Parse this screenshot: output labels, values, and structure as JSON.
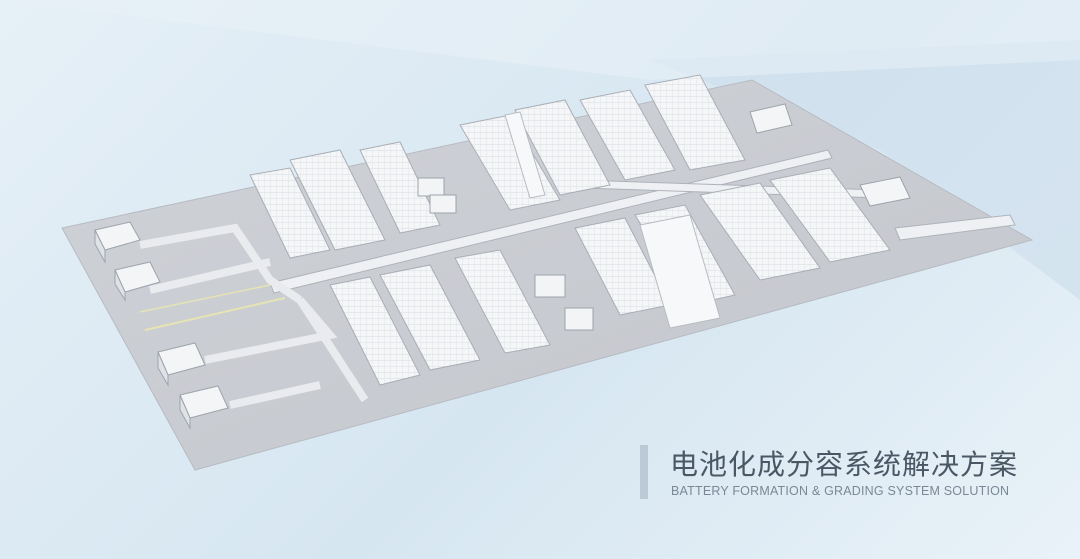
{
  "banner": {
    "title_cn": "电池化成分容系统解决方案",
    "title_en": "BATTERY FORMATION & GRADING SYSTEM SOLUTION"
  },
  "colors": {
    "background": "#dfebf4",
    "floor": "#c9ccd2",
    "equipment": "#f2f4f6",
    "accent_bar": "#bcc9d6"
  },
  "illustration": {
    "subject": "isometric-factory-layout"
  }
}
